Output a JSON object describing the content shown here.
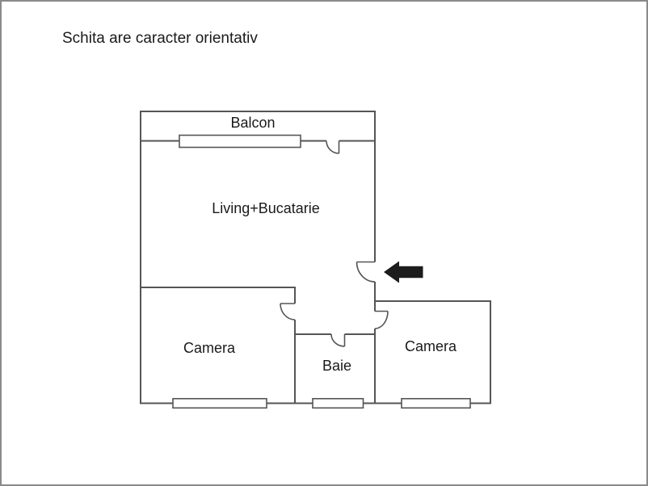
{
  "page": {
    "title": "Schita are caracter orientativ"
  },
  "floorplan": {
    "rooms": [
      {
        "id": "balcon",
        "label": "Balcon"
      },
      {
        "id": "living-bucatarie",
        "label": "Living+Bucatarie"
      },
      {
        "id": "camera-left",
        "label": "Camera"
      },
      {
        "id": "baie",
        "label": "Baie"
      },
      {
        "id": "camera-right",
        "label": "Camera"
      }
    ],
    "icons": [
      {
        "name": "entrance-arrow-left-icon",
        "meaning": "entrance direction arrow pointing left"
      }
    ],
    "colors": {
      "wall": "#555555",
      "text": "#1a1a1a",
      "arrow": "#1c1c1c",
      "background": "#ffffff",
      "canvas_border": "#8a8a8a"
    }
  }
}
